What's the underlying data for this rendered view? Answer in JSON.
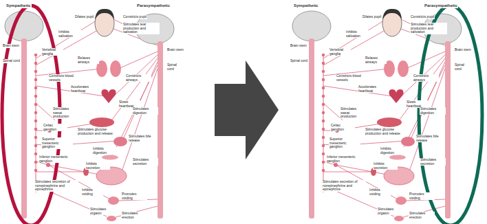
{
  "diagram": {
    "labels": [
      "Sympathetic",
      "Parasympathetic",
      "Constricts pupil",
      "Stimulates tear production and salivation",
      "Dilates pupil",
      "Inhibits salivation",
      "Brain stem",
      "Spinal cord",
      "Vertebral ganglia",
      "Relaxes airways",
      "Constricts airways",
      "Constricts blood vessels",
      "Accelerates heartbeat",
      "Slows heartbeat",
      "Stimulates sweat production",
      "Stimulates digestion",
      "Celiac ganglion",
      "Stimulates glucose production and release",
      "Stimulates bile release",
      "Superior mesenteric ganglion",
      "Inhibits digestion",
      "Inhibits secretion",
      "Stimulates secretion",
      "Inferior mesenteric ganglion",
      "Stimulates secretion of norepinephrine and epinephrine",
      "Inhibits voiding",
      "Promotes voiding",
      "Stimulates orgasm",
      "Stimulates erection",
      "Brain stem",
      "Spinal cord",
      "Sympathetic",
      "Parasympathetic",
      "Constricts pupil",
      "Stimulates tear production and salivation",
      "Dilates pupil",
      "Inhibits salivation",
      "Brain stem",
      "Spinal cord",
      "Vertebral ganglia",
      "Relaxes airways",
      "Constricts airways",
      "Constricts blood vessels",
      "Accelerates heartbeat",
      "Slows heartbeat",
      "Stimulates sweat production",
      "Stimulates digestion",
      "Celiac ganglion",
      "Stimulates glucose production and release",
      "Stimulates bile release",
      "Superior mesenteric ganglion",
      "Inhibits digestion",
      "Inhibits secretion",
      "Stimulates secretion",
      "Inferior mesenteric ganglion",
      "Stimulates secretion of norepinephrine and epinephrine",
      "Inhibits voiding",
      "Promotes voiding",
      "Stimulates orgasm",
      "Stimulates erection",
      "Brain stem",
      "Spinal cord"
    ]
  }
}
